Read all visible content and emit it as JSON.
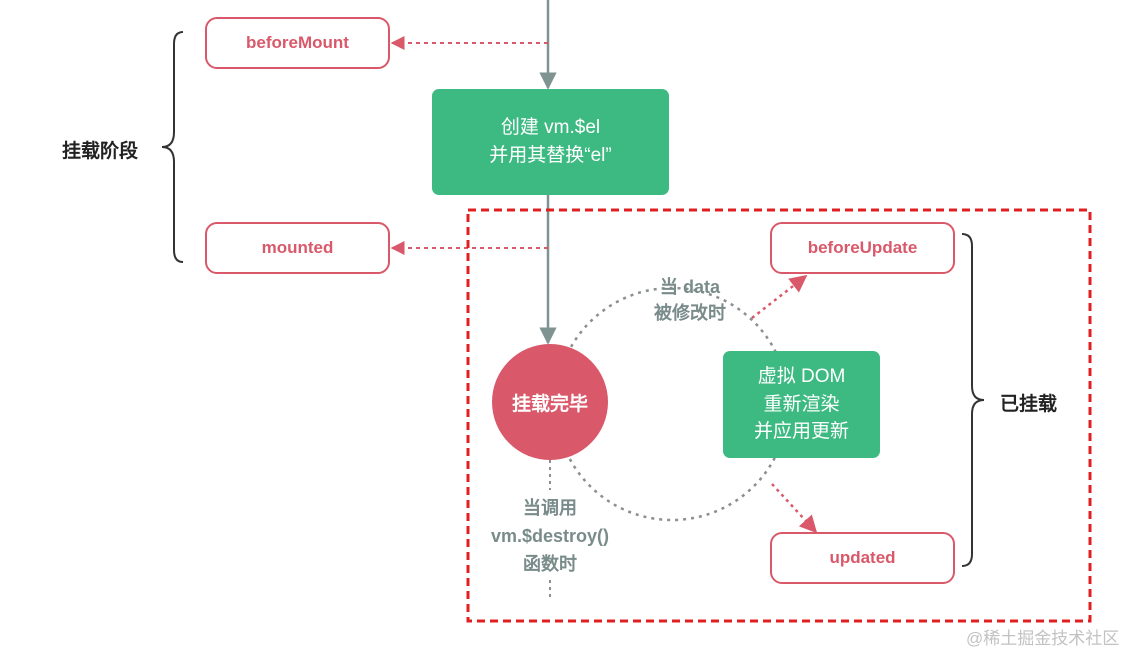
{
  "hooks": {
    "before_mount": "beforeMount",
    "mounted": "mounted",
    "before_update": "beforeUpdate",
    "updated": "updated"
  },
  "create_box": {
    "line1": "创建 vm.$el",
    "line2": "并用其替换“el”"
  },
  "mounted_circle": "挂载完毕",
  "data_change": {
    "line1": "当 data",
    "line2": "被修改时"
  },
  "rerender_box": {
    "line1": "虚拟 DOM",
    "line2": "重新渲染",
    "line3": "并应用更新"
  },
  "destroy_note": {
    "line1": "当调用",
    "line2": "vm.$destroy()",
    "line3": "函数时"
  },
  "stage_labels": {
    "mounting": "挂载阶段",
    "mounted_state": "已挂载"
  },
  "watermark": "@稀土掘金技术社区",
  "colors": {
    "hook_red": "#d9596a",
    "green": "#3dba82",
    "flow_gray": "#7f9391",
    "highlight_red": "#e02020"
  }
}
